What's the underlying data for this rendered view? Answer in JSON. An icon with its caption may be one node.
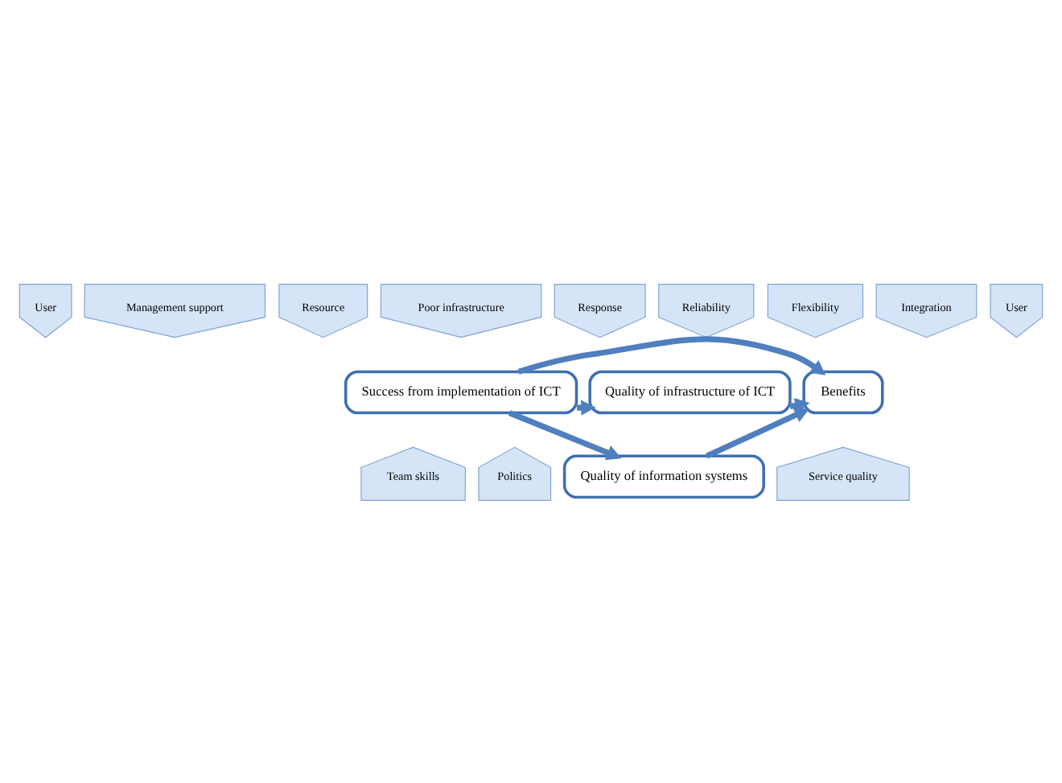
{
  "diagram": {
    "nodes": [
      {
        "text": [
          "User"
        ]
      },
      {
        "text": [
          "Management support"
        ]
      },
      {
        "text": [
          "Resource"
        ]
      },
      {
        "text": [
          "Poor infrastructure"
        ]
      },
      {
        "text": [
          "Response"
        ]
      },
      {
        "text": [
          "Reliability"
        ]
      },
      {
        "text": [
          "Flexibility"
        ]
      },
      {
        "text": [
          "Integration"
        ]
      },
      {
        "text": [
          "User"
        ]
      },
      {
        "text": [
          "Quality of infrastructure of ICT"
        ]
      },
      {
        "text": [
          "Success from implementation of ICT"
        ]
      },
      {
        "text": [
          "Benefits"
        ]
      },
      {
        "text": [
          "Team skills"
        ]
      },
      {
        "text": [
          "Politics"
        ]
      },
      {
        "text": [
          "Service quality"
        ]
      },
      {
        "text": [
          "Quality of information systems"
        ]
      }
    ],
    "edges": [
      {
        "from": 10,
        "to": 9,
        "arrow": "to"
      },
      {
        "from": 10,
        "to": 11,
        "arrow": "to"
      },
      {
        "from": 10,
        "to": 15,
        "arrow": "to"
      },
      {
        "from": 9,
        "to": 11,
        "arrow": "to"
      },
      {
        "from": 15,
        "to": 11,
        "arrow": "to"
      }
    ]
  }
}
